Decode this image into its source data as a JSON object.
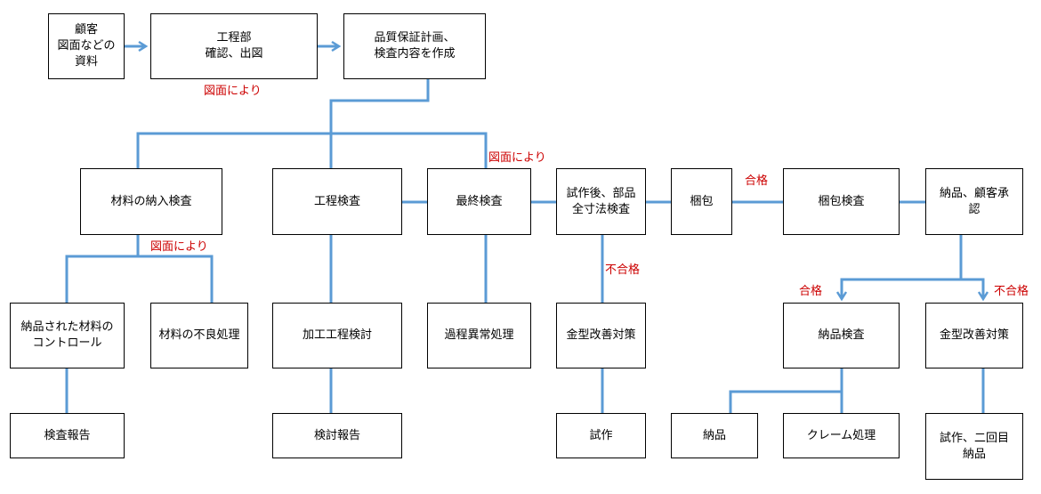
{
  "boxes": {
    "customer": "顧客\n図面などの\n資料",
    "engineering": "工程部\n確認、出図",
    "qa_plan": "品質保証計画、\n検査内容を作成",
    "material_incoming": "材料の納入検査",
    "process_insp": "工程検査",
    "final_insp": "最終検査",
    "trial_dim": "試作後、部品\n全寸法検査",
    "packing": "梱包",
    "packing_insp": "梱包検査",
    "delivery_approval": "納品、顧客承\n認",
    "material_control": "納品された材料の\nコントロール",
    "material_defect": "材料の不良処理",
    "process_review": "加工工程検討",
    "abnormal": "過程異常処理",
    "mold_improve_1": "金型改善対策",
    "delivery_insp": "納品検査",
    "mold_improve_2": "金型改善対策",
    "insp_report": "検査報告",
    "review_report": "検討報告",
    "trial": "試作",
    "delivery": "納品",
    "claim": "クレーム処理",
    "second_trial": "試作、二回目\n納品"
  },
  "labels": {
    "by_drawing_1": "図面により",
    "by_drawing_2": "図面により",
    "by_drawing_3": "図面により",
    "pass_1": "合格",
    "fail_1": "不合格",
    "pass_2": "合格",
    "fail_2": "不合格"
  },
  "colors": {
    "connector": "#5b9bd5",
    "label": "#cc0000"
  }
}
